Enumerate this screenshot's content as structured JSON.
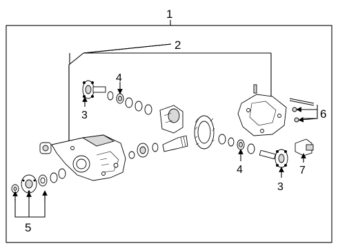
{
  "diagram": {
    "callouts": {
      "main_assembly": "1",
      "housing_group": "2",
      "pinion_yoke_left": "3",
      "pinion_yoke_right": "3",
      "bearing_upper": "4",
      "bearing_lower": "4",
      "mount_hardware": "5",
      "cover_bolts": "6",
      "vent_connector": "7"
    }
  }
}
